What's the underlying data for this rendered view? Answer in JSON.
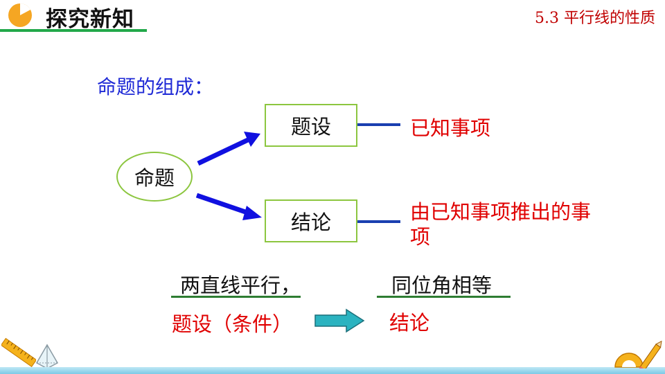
{
  "header": {
    "title": "探究新知",
    "section": "5.3  平行线的性质"
  },
  "diagram": {
    "heading": "命题的组成：",
    "root": "命题",
    "premise_box": "题设",
    "conclusion_box": "结论",
    "premise_desc": "已知事项",
    "conclusion_desc": "由已知事项推出的事项"
  },
  "example": {
    "premise_text": "两直线平行，",
    "conclusion_text": "同位角相等",
    "premise_label": "题设（条件）",
    "conclusion_label": "结论"
  },
  "colors": {
    "accent_green": "#22a84a",
    "box_border": "#8cc63f",
    "arrow_blue": "#1010e0",
    "label_red": "#e00000",
    "heading_blue": "#1f2ad6",
    "teal_arrow": "#2bb3c0"
  },
  "icons": [
    "pie-chart-icon",
    "ruler-icon",
    "pyramid-icon",
    "protractor-pencil-icon"
  ]
}
